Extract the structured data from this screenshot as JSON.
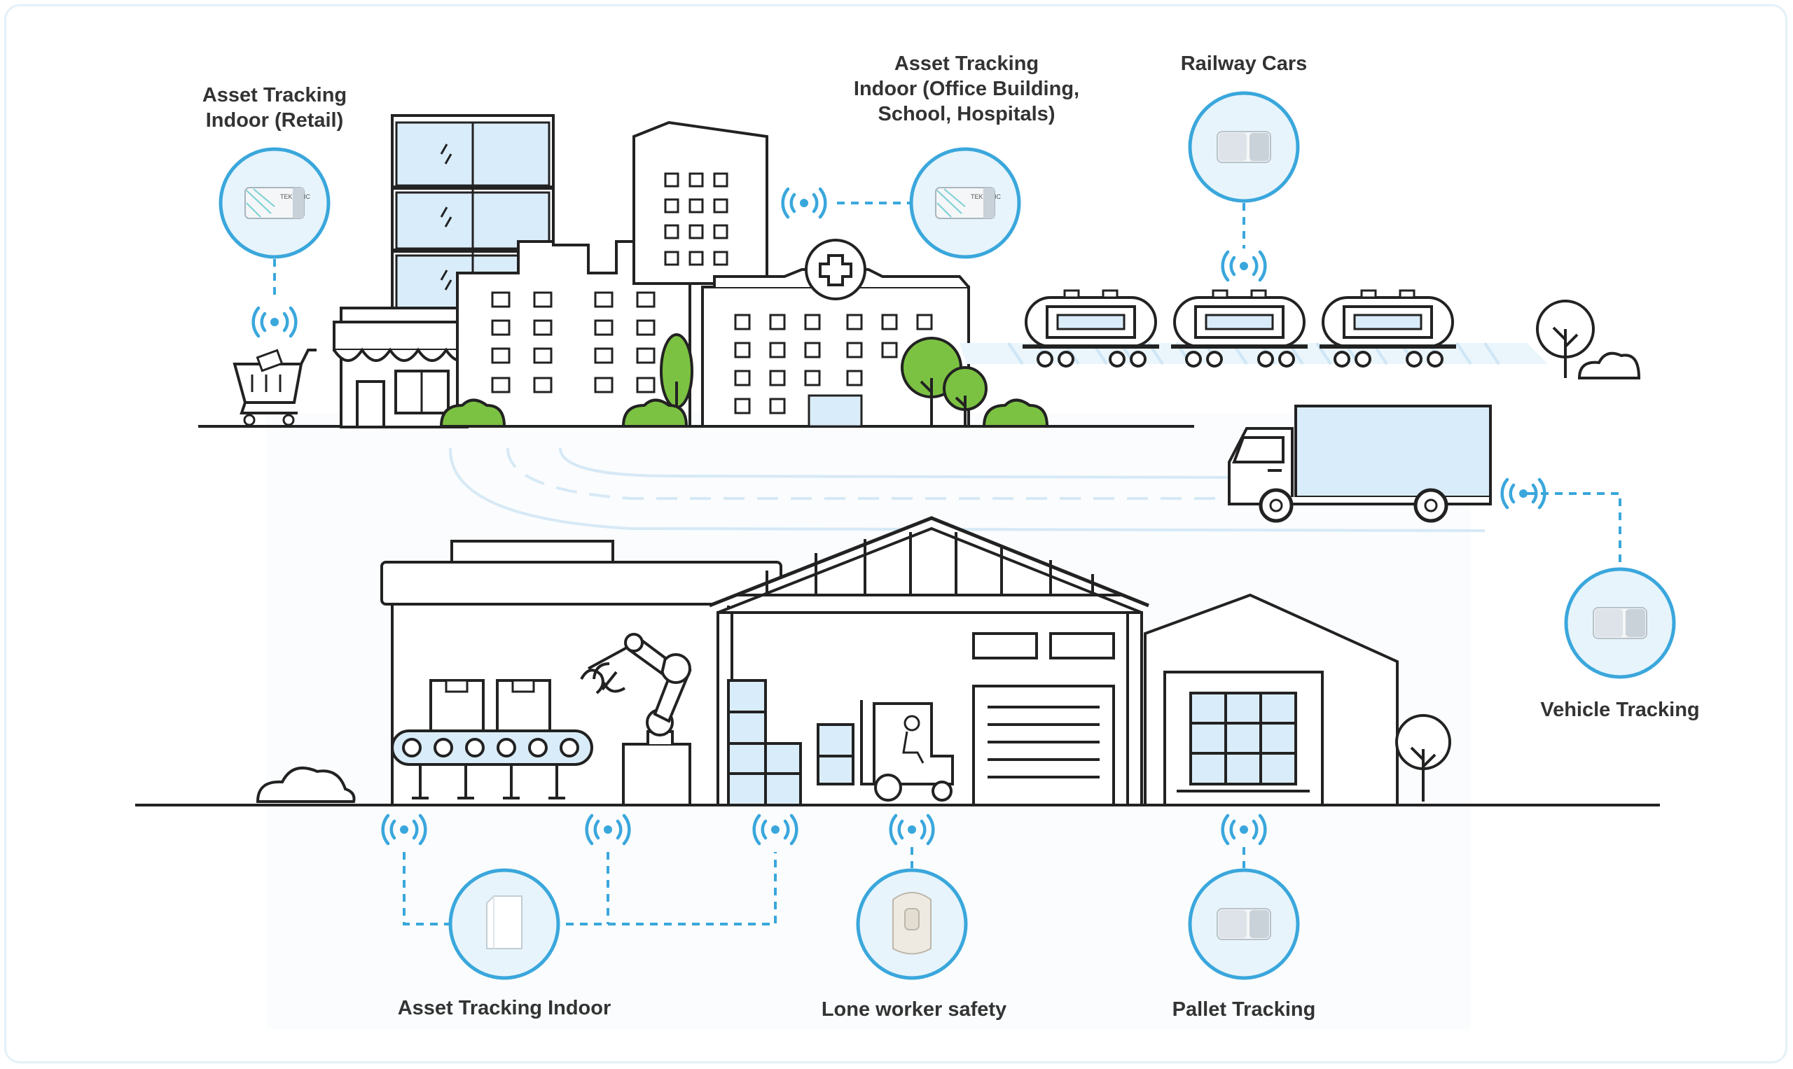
{
  "labels": {
    "retail": "Asset Tracking\nIndoor (Retail)",
    "office": "Asset Tracking\nIndoor (Office Building,\nSchool, Hospitals)",
    "railway": "Railway Cars",
    "vehicle": "Vehicle Tracking",
    "indoor": "Asset Tracking Indoor",
    "lone_worker": "Lone worker safety",
    "pallet": "Pallet Tracking"
  },
  "device_brand": "TEKTELIC",
  "colors": {
    "accent": "#3aa7dc",
    "circle_fill": "#e7f4fb",
    "tint": "#d9ecf9",
    "green": "#7cc242",
    "line": "#222222",
    "text": "#333333"
  }
}
